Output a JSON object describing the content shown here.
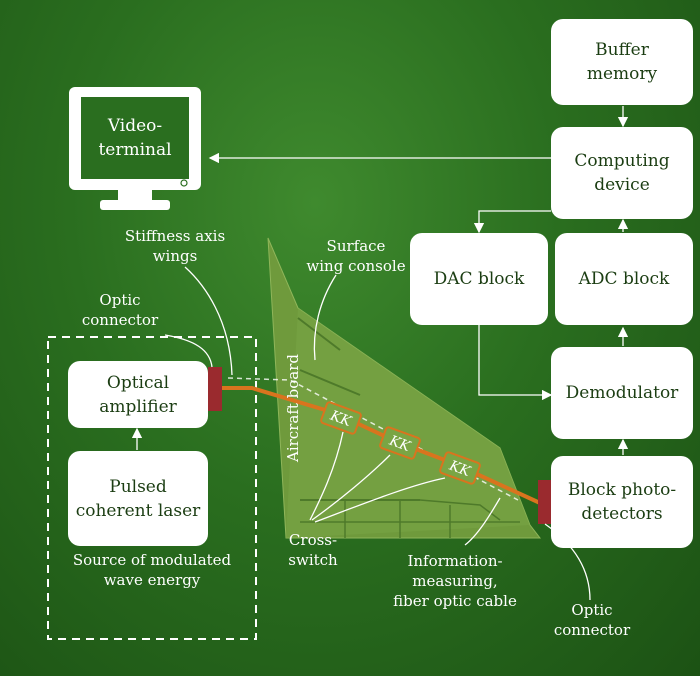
{
  "blocks": {
    "video_terminal": "Video-\nterminal",
    "buffer_memory": "Buffer\nmemory",
    "computing_device": "Computing\ndevice",
    "dac_block": "DAC block",
    "adc_block": "ADC block",
    "demodulator": "Demodulator",
    "block_photodetectors": "Block photo-\ndetectors",
    "optical_amplifier": "Optical\namplifier",
    "pulsed_laser": "Pulsed\ncoherent laser"
  },
  "labels": {
    "stiffness_axis": "Stiffness axis\nwings",
    "surface_wing": "Surface\nwing console",
    "optic_connector_left": "Optic\nconnector",
    "aircraft_board": "Aircraft board",
    "cross_switch": "Cross-\nswitch",
    "fiber_cable": "Information-\nmeasuring,\nfiber optic cable",
    "optic_connector_right": "Optic\nconnector",
    "source_energy": "Source of modulated\nwave energy"
  },
  "switch_label": "KK",
  "colors": {
    "background": "#2a6e1f",
    "box": "#ffffff",
    "box_text": "#1b3d12",
    "wing_fill": "#6f9a3c",
    "fiber": "#d9741e",
    "connector": "#9a2a2e"
  }
}
